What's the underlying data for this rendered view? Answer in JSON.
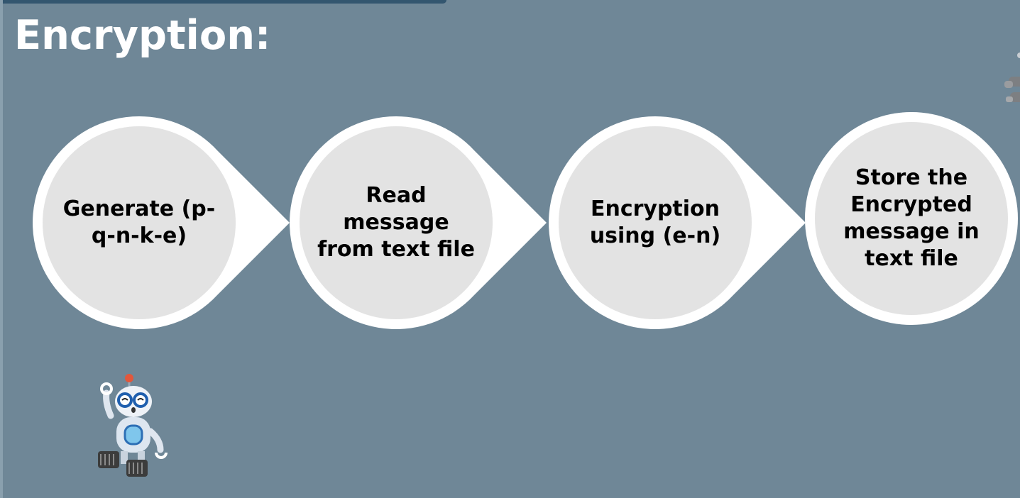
{
  "title": "Encryption:",
  "steps": [
    {
      "label": "Generate (p-q-n-k-e)"
    },
    {
      "label": "Read message from text file"
    },
    {
      "label": "Encryption using (e-n)"
    },
    {
      "label": "Store the Encrypted message in text file"
    }
  ],
  "colors": {
    "background": "#6f8797",
    "top_bar": "#33566f",
    "title_text": "#ffffff",
    "circle_ring": "#ffffff",
    "circle_fill": "#e3e3e3",
    "step_text": "#000000"
  },
  "icons": {
    "mascot": "robot-mascot-icon",
    "edge_decoration": "partial-robot-icon"
  }
}
